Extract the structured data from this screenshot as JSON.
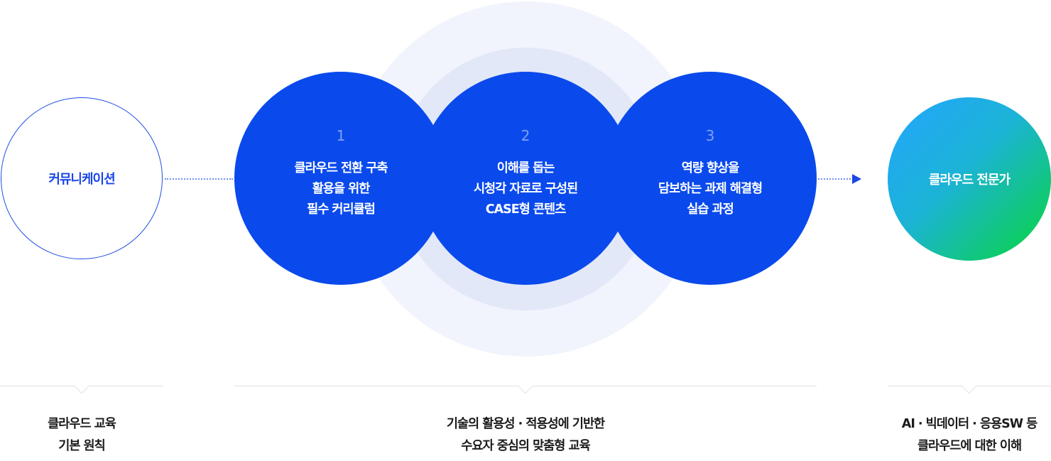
{
  "left_node": {
    "label": "커뮤니케이션"
  },
  "steps": [
    {
      "number": "1",
      "lines": [
        "클라우드 전환 구축",
        "활용을 위한",
        "필수 커리큘럼"
      ]
    },
    {
      "number": "2",
      "lines": [
        "이해를 돕는",
        "시청각 자료로 구성된",
        "CASE형 콘텐츠"
      ]
    },
    {
      "number": "3",
      "lines": [
        "역량 향상을",
        "담보하는 과제 해결형",
        "실습 과정"
      ]
    }
  ],
  "right_node": {
    "label": "클라우드 전문가"
  },
  "captions": {
    "left": [
      "클라우드 교육",
      "기본 원칙"
    ],
    "middle": [
      "기술의 활용성 · 적용성에 기반한",
      "수요자 중심의 맞춤형 교육"
    ],
    "right": [
      "AI · 빅데이터 · 응용SW 등",
      "클라우드에 대한 이해"
    ]
  },
  "colors": {
    "primary_blue": "#0a4aec",
    "outline_blue": "#1f4fe3",
    "gradient_start": "#23a6ff",
    "gradient_end": "#08d63a",
    "halo": "#e2e8f8"
  }
}
